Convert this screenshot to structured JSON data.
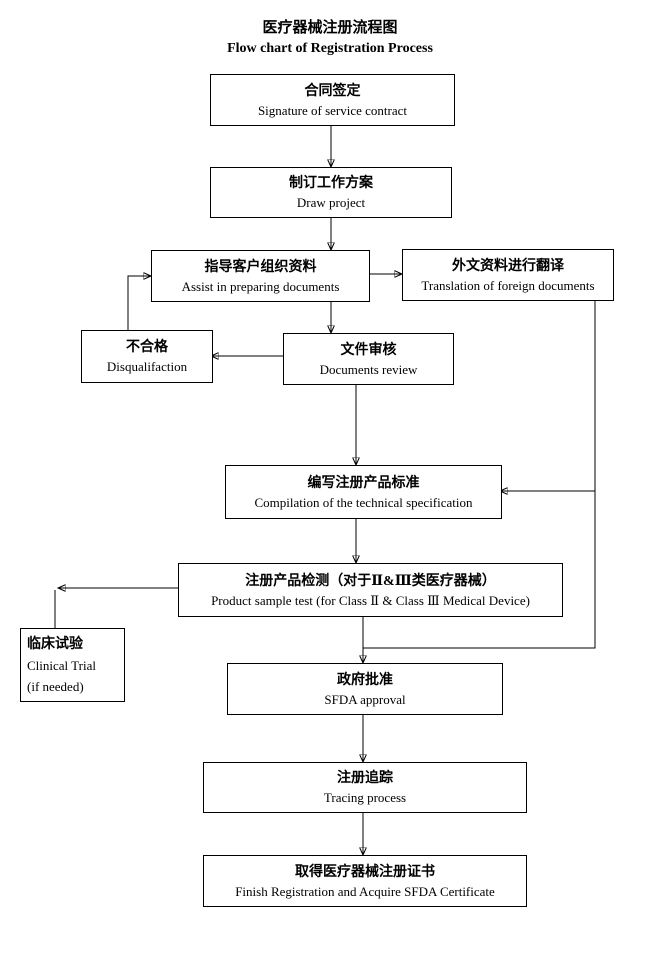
{
  "title": {
    "zh": "医疗器械注册流程图",
    "en": "Flow chart of Registration Process"
  },
  "colors": {
    "line": "#000000",
    "background": "#ffffff",
    "text": "#000000"
  },
  "nodes": {
    "contract": {
      "zh": "合同签定",
      "en": "Signature of service contract"
    },
    "plan": {
      "zh": "制订工作方案",
      "en": "Draw project"
    },
    "assist": {
      "zh": "指导客户组织资料",
      "en": "Assist in preparing documents"
    },
    "translation": {
      "zh": "外文资料进行翻译",
      "en": "Translation of foreign documents"
    },
    "review": {
      "zh": "文件审核",
      "en": "Documents review"
    },
    "disqualification": {
      "zh": "不合格",
      "en": "Disqualifaction"
    },
    "compilation": {
      "zh": "编写注册产品标准",
      "en": "Compilation of the technical specification"
    },
    "sample_test": {
      "zh": "注册产品检测（对于Ⅱ&Ⅲ类医疗器械）",
      "en": "Product sample test (for Class Ⅱ & Class Ⅲ  Medical Device)"
    },
    "clinical": {
      "zh": "临床试验",
      "en": "Clinical Trial",
      "en2": "(if needed)"
    },
    "approval": {
      "zh": "政府批准",
      "en": "SFDA approval"
    },
    "tracing": {
      "zh": "注册追踪",
      "en": "Tracing process"
    },
    "certificate": {
      "zh": "取得医疗器械注册证书",
      "en": "Finish Registration and Acquire SFDA Certificate"
    }
  },
  "edges": [
    {
      "from": "contract",
      "to": "plan"
    },
    {
      "from": "plan",
      "to": "assist"
    },
    {
      "from": "assist",
      "to": "translation"
    },
    {
      "from": "assist",
      "to": "review"
    },
    {
      "from": "review",
      "to": "disqualification"
    },
    {
      "from": "disqualification",
      "to": "assist"
    },
    {
      "from": "review",
      "to": "compilation"
    },
    {
      "from": "translation",
      "to": "compilation"
    },
    {
      "from": "compilation",
      "to": "sample_test"
    },
    {
      "from": "sample_test",
      "to": "clinical"
    },
    {
      "from": "sample_test",
      "to": "approval"
    },
    {
      "from": "translation",
      "to": "approval"
    },
    {
      "from": "approval",
      "to": "tracing"
    },
    {
      "from": "tracing",
      "to": "certificate"
    }
  ]
}
